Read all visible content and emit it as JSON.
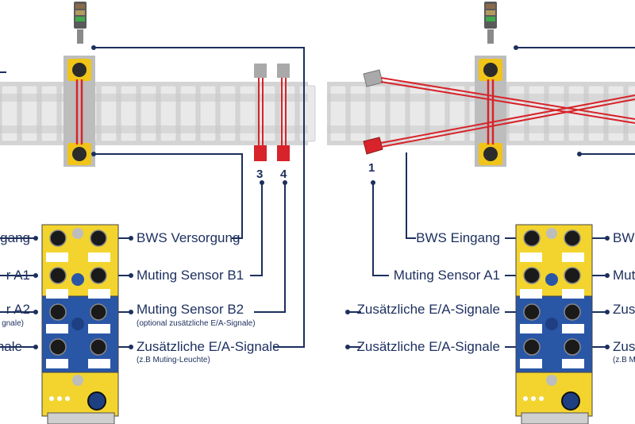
{
  "colors": {
    "navy": "#1c2f5e",
    "beam": "#d8232a",
    "module_yellow": "#f3d42e",
    "module_blue": "#2a56a6",
    "rail": "#d4d4d4",
    "sleeper": "#e6e6e6"
  },
  "left_panel": {
    "labels": {
      "bws_versorgung": "BWS Versorgung",
      "muting_b1": "Muting Sensor B1",
      "muting_b2": "Muting Sensor B2",
      "muting_b2_note": "(optional zusätzliche E/A-Signale)",
      "zusatz": "Zusätzliche E/A-Signale",
      "zusatz_note": "(z.B Muting-Leuchte)",
      "clip_1": "gang",
      "clip_2": "r A1",
      "clip_3": "r A2",
      "clip_3_note": "gnale)",
      "clip_4": "gnale"
    },
    "sensor_numbers": [
      "3",
      "4"
    ]
  },
  "right_panel": {
    "labels": {
      "bws_eingang": "BWS Eingang",
      "muting_a1": "Muting Sensor A1",
      "zusatz_1": "Zusätzliche E/A-Signale",
      "zusatz_2": "Zusätzliche E/A-Signale",
      "clip_1": "BWS",
      "clip_2": "Mut",
      "clip_3": "Zus",
      "clip_4": "Zus",
      "clip_4_note": "(z.B M"
    },
    "sensor_numbers": [
      "1"
    ]
  }
}
